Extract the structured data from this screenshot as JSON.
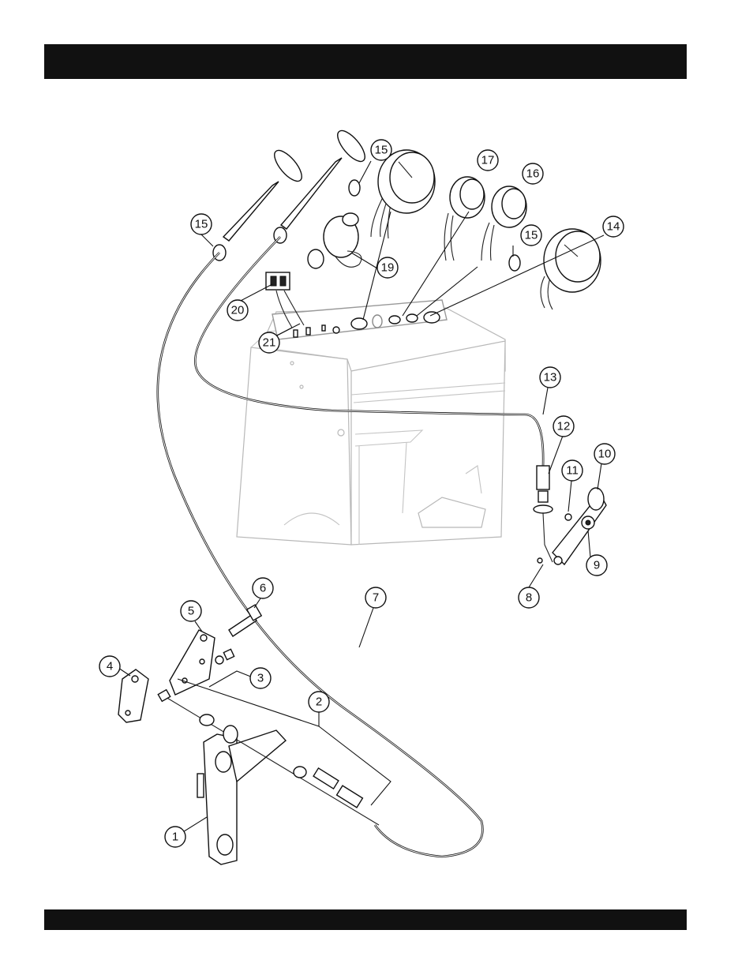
{
  "header": {
    "title": ""
  },
  "footer": {
    "text": ""
  },
  "callouts": [
    {
      "id": "c1",
      "label": "1"
    },
    {
      "id": "c2",
      "label": "2"
    },
    {
      "id": "c3",
      "label": "3"
    },
    {
      "id": "c4",
      "label": "4"
    },
    {
      "id": "c5",
      "label": "5"
    },
    {
      "id": "c6",
      "label": "6"
    },
    {
      "id": "c7",
      "label": "7"
    },
    {
      "id": "c8",
      "label": "8"
    },
    {
      "id": "c9",
      "label": "9"
    },
    {
      "id": "c10",
      "label": "10"
    },
    {
      "id": "c11",
      "label": "11"
    },
    {
      "id": "c12",
      "label": "12"
    },
    {
      "id": "c13",
      "label": "13"
    },
    {
      "id": "c14",
      "label": "14"
    },
    {
      "id": "c15a",
      "label": "15"
    },
    {
      "id": "c15b",
      "label": "15"
    },
    {
      "id": "c15c",
      "label": "15"
    },
    {
      "id": "c16",
      "label": "16"
    },
    {
      "id": "c17",
      "label": "17"
    },
    {
      "id": "c19",
      "label": "19"
    },
    {
      "id": "c20",
      "label": "20"
    },
    {
      "id": "c21",
      "label": "21"
    }
  ]
}
